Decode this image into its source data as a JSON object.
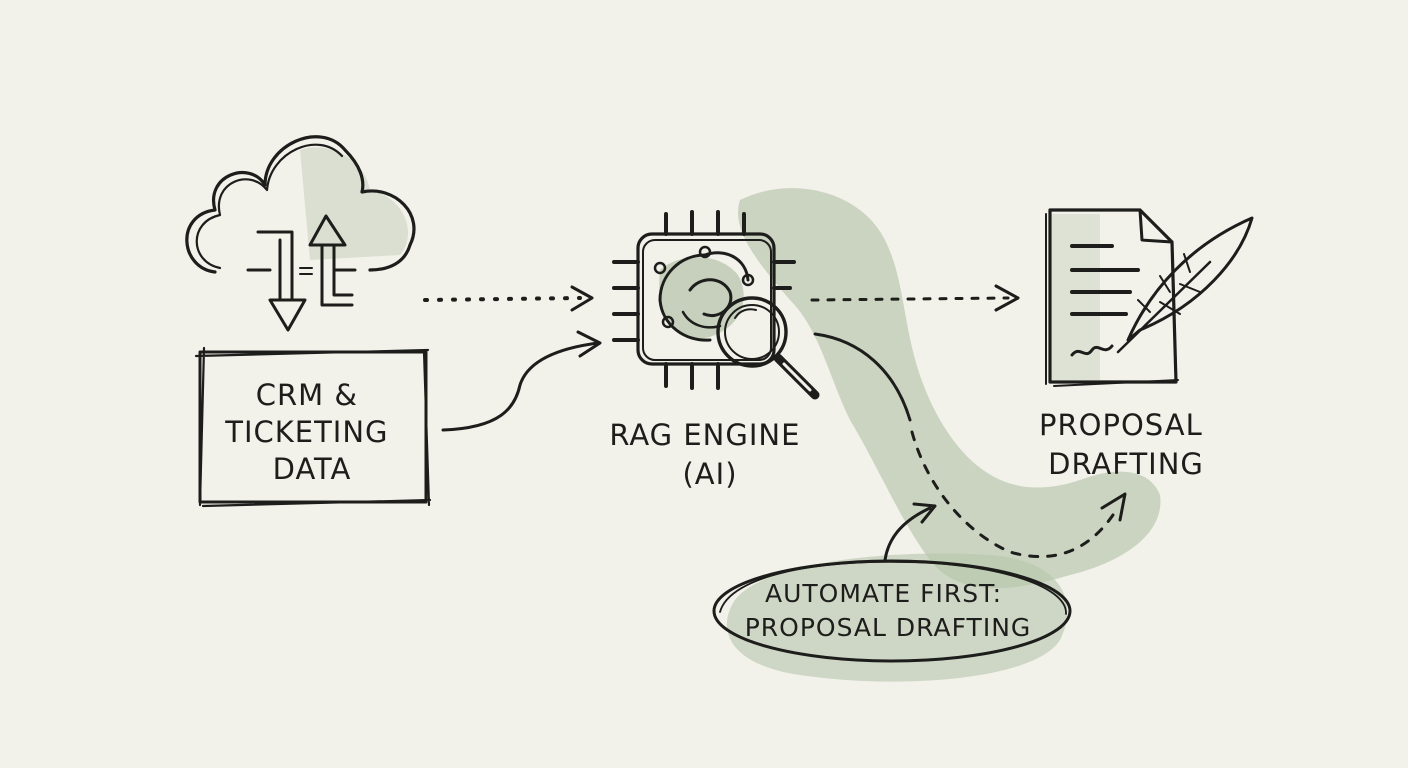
{
  "colors": {
    "paper": "#f2f1ea",
    "ink": "#1d1d1b",
    "wash": "#9fb394",
    "wash_light": "#c9d4bf"
  },
  "nodes": {
    "source": {
      "icon": "cloud-sync-icon",
      "lines": [
        "CRM &",
        "TICKETING",
        "DATA"
      ]
    },
    "engine": {
      "icon": "ai-chip-icon",
      "lines": [
        "RAG ENGINE",
        "(AI)"
      ]
    },
    "output": {
      "icon": "document-quill-icon",
      "lines": [
        "PROPOSAL",
        "DRAFTING"
      ]
    }
  },
  "callout": {
    "lines": [
      "AUTOMATE FIRST:",
      "PROPOSAL DRAFTING"
    ]
  },
  "connections": [
    {
      "from": "source",
      "to": "engine",
      "style": "dotted"
    },
    {
      "from": "source",
      "to": "engine",
      "style": "solid-curve"
    },
    {
      "from": "engine",
      "to": "output",
      "style": "dotted"
    },
    {
      "from": "engine",
      "to": "output",
      "style": "dashed-curve"
    },
    {
      "from": "callout",
      "to": "engine-output-curve",
      "style": "solid-curve"
    }
  ]
}
